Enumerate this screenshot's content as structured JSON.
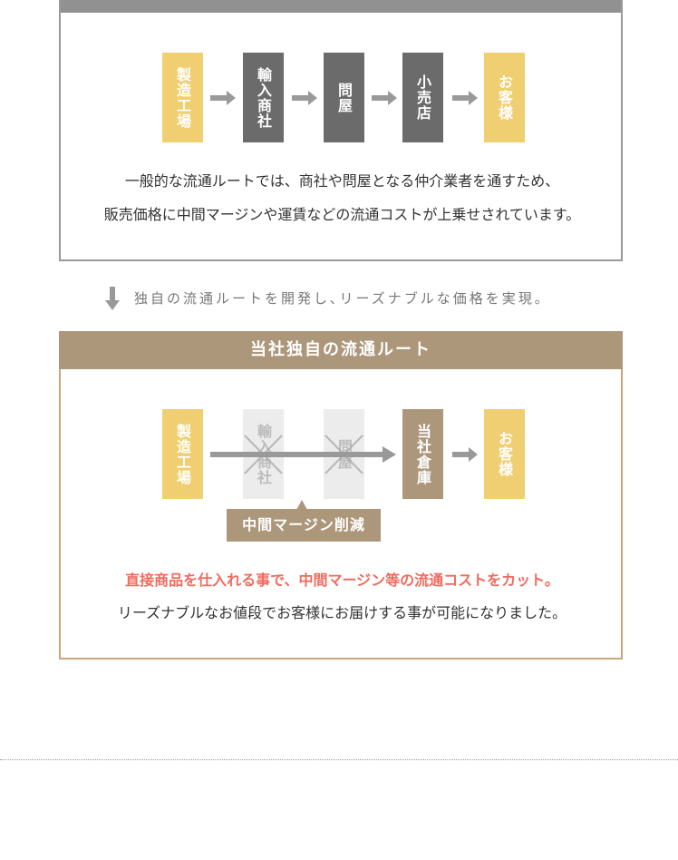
{
  "general": {
    "title": "一般的な流通ルート",
    "steps": [
      "製造工場",
      "輸入商社",
      "問屋",
      "小売店",
      "お客様"
    ],
    "line1": "一般的な流通ルートでは、商社や問屋となる仲介業者を通すため、",
    "line2": "販売価格に中間マージンや運賃などの流通コストが上乗せされています。"
  },
  "transition": "独自の流通ルートを開発し､リーズナブルな価格を実現。",
  "own": {
    "title": "当社独自の流通ルート",
    "steps": [
      "製造工場",
      "輸入商社",
      "問屋",
      "当社倉庫",
      "お客様"
    ],
    "badge": "中間マージン削減",
    "highlight": "直接商品を仕入れる事で、中間マージン等の流通コストをカット。",
    "line2": "リーズナブルなお値段でお客様にお届けする事が可能になりました。"
  },
  "colors": {
    "yellow": "#f0cf72",
    "gray": "#6b6b6b",
    "brown": "#ad977b",
    "red": "#f06a5e"
  }
}
